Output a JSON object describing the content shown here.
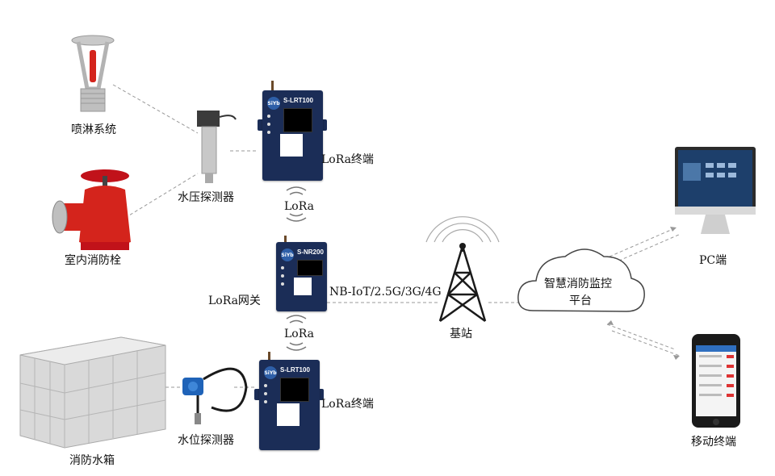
{
  "labels": {
    "sprinkler": "喷淋系统",
    "pressure_detector": "水压探测器",
    "hydrant": "室内消防栓",
    "lora_terminal_top": "LoRa终端",
    "lora_top": "LoRa",
    "lora_gateway": "LoRa网关",
    "network": "NB-IoT/2.5G/3G/4G",
    "lora_bottom": "LoRa",
    "base_station": "基站",
    "platform_line1": "智慧消防监控",
    "platform_line2": "平台",
    "pc": "PC端",
    "mobile": "移动终端",
    "level_detector": "水位探测器",
    "lora_terminal_bottom": "LoRa终端",
    "water_tank": "消防水箱"
  },
  "devices": {
    "terminal_model": "S-LRT100",
    "gateway_model": "S-NR200",
    "brand": "SiYb"
  }
}
